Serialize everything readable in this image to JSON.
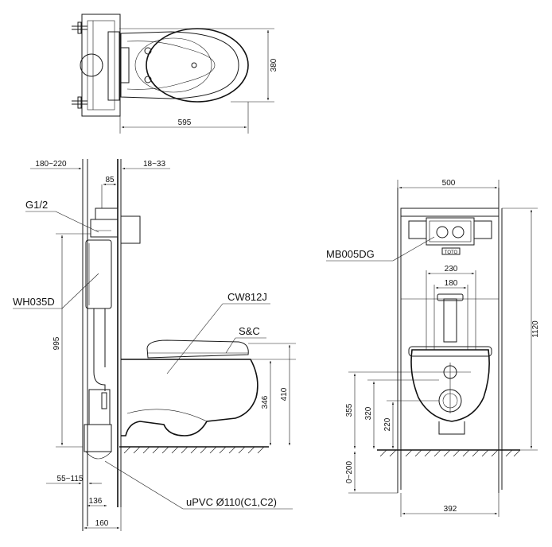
{
  "top_view": {
    "dim_width": "595",
    "dim_depth": "380"
  },
  "side_view": {
    "dim_wall_depth": "180~220",
    "dim_offset": "18~33",
    "dim_85": "85",
    "dim_995": "995",
    "dim_346": "346",
    "dim_410": "410",
    "dim_55_115": "55~115",
    "dim_136": "136",
    "dim_160": "160",
    "label_g12": "G1/2",
    "label_cistern": "WH035D",
    "label_bowl": "CW812J",
    "label_seat": "S&C",
    "label_pipe": "uPVC Ø110(C1,C2)"
  },
  "front_view": {
    "dim_500": "500",
    "dim_230": "230",
    "dim_180": "180",
    "dim_1120": "1120",
    "dim_355": "355",
    "dim_320": "320",
    "dim_220": "220",
    "dim_0_200": "0~200",
    "dim_392": "392",
    "label_plate": "MB005DG",
    "plate_brand": "TOTO"
  }
}
